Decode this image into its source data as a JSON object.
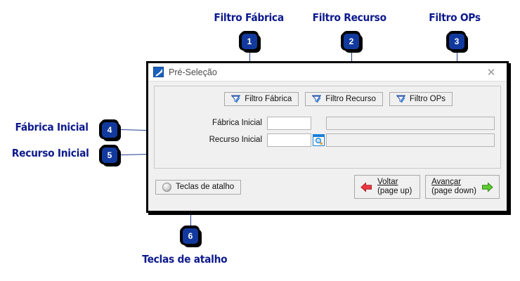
{
  "annotations": {
    "labels": [
      {
        "id": "filtro-fabrica",
        "text": "Filtro Fábrica",
        "badge": "1"
      },
      {
        "id": "filtro-recurso",
        "text": "Filtro Recurso",
        "badge": "2"
      },
      {
        "id": "filtro-ops",
        "text": "Filtro OPs",
        "badge": "3"
      },
      {
        "id": "fabrica-inicial",
        "text": "Fábrica Inicial",
        "badge": "4"
      },
      {
        "id": "recurso-inicial",
        "text": "Recurso Inicial",
        "badge": "5"
      },
      {
        "id": "teclas-atalho",
        "text": "Teclas de atalho",
        "badge": "6"
      }
    ],
    "color": "#0d1a8c",
    "badge_fill": "#123a9e",
    "badge_text_color": "#ffffff",
    "leader_color": "#1f3b8f"
  },
  "window": {
    "title": "Pré-Seleção",
    "icon": "app-chart-icon",
    "close_label": "✕",
    "filter_buttons": [
      {
        "label": "Filtro Fábrica",
        "icon": "funnel-icon"
      },
      {
        "label": "Filtro Recurso",
        "icon": "funnel-icon"
      },
      {
        "label": "Filtro OPs",
        "icon": "funnel-icon"
      }
    ],
    "fields": [
      {
        "label": "Fábrica Inicial",
        "value": "",
        "display": "",
        "has_lookup": false
      },
      {
        "label": "Recurso Inicial",
        "value": "",
        "display": "",
        "has_lookup": true,
        "lookup_icon": "search-lookup-icon"
      }
    ],
    "footer": {
      "shortcuts_button": {
        "label": "Teclas de atalho",
        "icon": "globe-icon"
      },
      "back_button": {
        "label": "Voltar",
        "underline": "V",
        "hint": "(page up)",
        "icon": "arrow-left-red-icon",
        "color": "#e8323c"
      },
      "forward_button": {
        "label": "Avançar",
        "underline": "A",
        "hint": "(page down)",
        "icon": "arrow-right-green-icon",
        "color": "#55c232"
      }
    }
  }
}
